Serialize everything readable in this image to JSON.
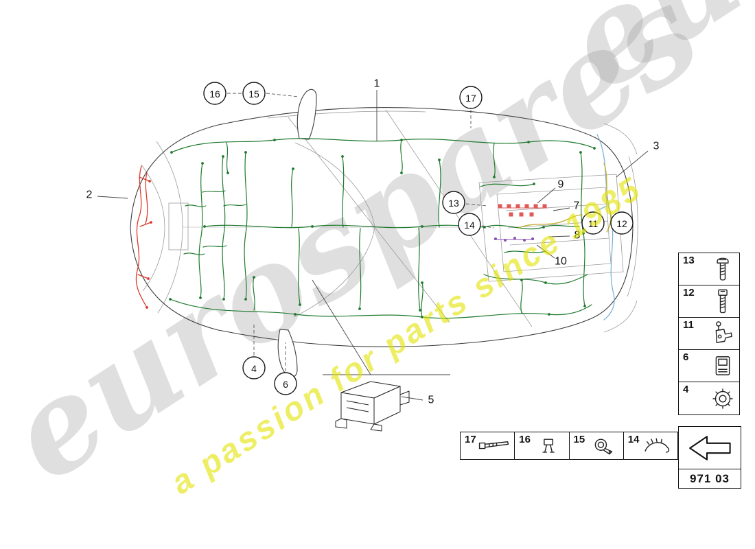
{
  "watermark": {
    "brand": "eurospares",
    "tagline": "a passion for parts since 1985"
  },
  "colors": {
    "outline": "#3c3c3c",
    "detail": "#9a9a9a",
    "harness_main": "#1f7a2d",
    "harness_front": "#d93a2b",
    "harness_rear": "#7ab5d6",
    "harness_aux": "#c2ae2e",
    "connector_red": "#e05858",
    "connector_purple": "#8a4fb5"
  },
  "callouts": [
    {
      "label": "16",
      "circled": true
    },
    {
      "label": "15",
      "circled": true
    },
    {
      "label": "1",
      "circled": false
    },
    {
      "label": "17",
      "circled": true
    },
    {
      "label": "3",
      "circled": false
    },
    {
      "label": "2",
      "circled": false
    },
    {
      "label": "13",
      "circled": true
    },
    {
      "label": "9",
      "circled": false
    },
    {
      "label": "7",
      "circled": false
    },
    {
      "label": "14",
      "circled": true
    },
    {
      "label": "11",
      "circled": true
    },
    {
      "label": "12",
      "circled": true
    },
    {
      "label": "8",
      "circled": false
    },
    {
      "label": "10",
      "circled": false
    },
    {
      "label": "4",
      "circled": true
    },
    {
      "label": "6",
      "circled": true
    },
    {
      "label": "5",
      "circled": false
    }
  ],
  "side_legend": {
    "items": [
      {
        "number": "13",
        "icon": "pan-head-screw-icon"
      },
      {
        "number": "12",
        "icon": "socket-head-screw-icon"
      },
      {
        "number": "11",
        "icon": "mounting-bracket-icon"
      },
      {
        "number": "6",
        "icon": "control-unit-icon"
      },
      {
        "number": "4",
        "icon": "grommet-ring-icon"
      }
    ]
  },
  "bottom_legend": {
    "items": [
      {
        "number": "17",
        "icon": "cable-tie-icon"
      },
      {
        "number": "16",
        "icon": "retaining-clip-icon"
      },
      {
        "number": "15",
        "icon": "clamp-icon"
      },
      {
        "number": "14",
        "icon": "cable-clip-icon"
      }
    ]
  },
  "direction_box": {
    "code": "971 03",
    "icon": "arrow-left-icon"
  }
}
